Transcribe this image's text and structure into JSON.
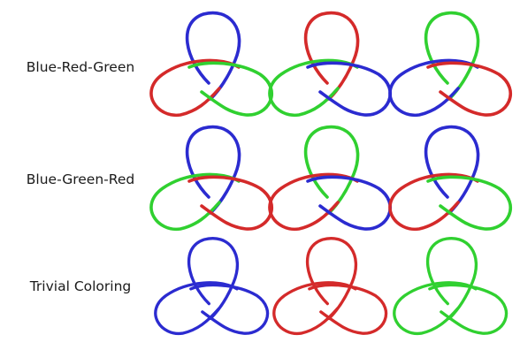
{
  "colors": {
    "blue": "#2b2bd0",
    "red": "#d42a2a",
    "green": "#30d030"
  },
  "rows": [
    {
      "label": "Blue-Red-Green",
      "knots": [
        [
          "blue",
          "red",
          "green"
        ],
        [
          "red",
          "green",
          "blue"
        ],
        [
          "green",
          "blue",
          "red"
        ]
      ]
    },
    {
      "label": "Blue-Green-Red",
      "knots": [
        [
          "blue",
          "green",
          "red"
        ],
        [
          "green",
          "red",
          "blue"
        ],
        [
          "blue",
          "red",
          "green"
        ]
      ]
    },
    {
      "label": "Trivial Coloring",
      "knots": [
        [
          "blue",
          "blue",
          "blue"
        ],
        [
          "red",
          "red",
          "red"
        ],
        [
          "green",
          "green",
          "green"
        ]
      ]
    }
  ]
}
